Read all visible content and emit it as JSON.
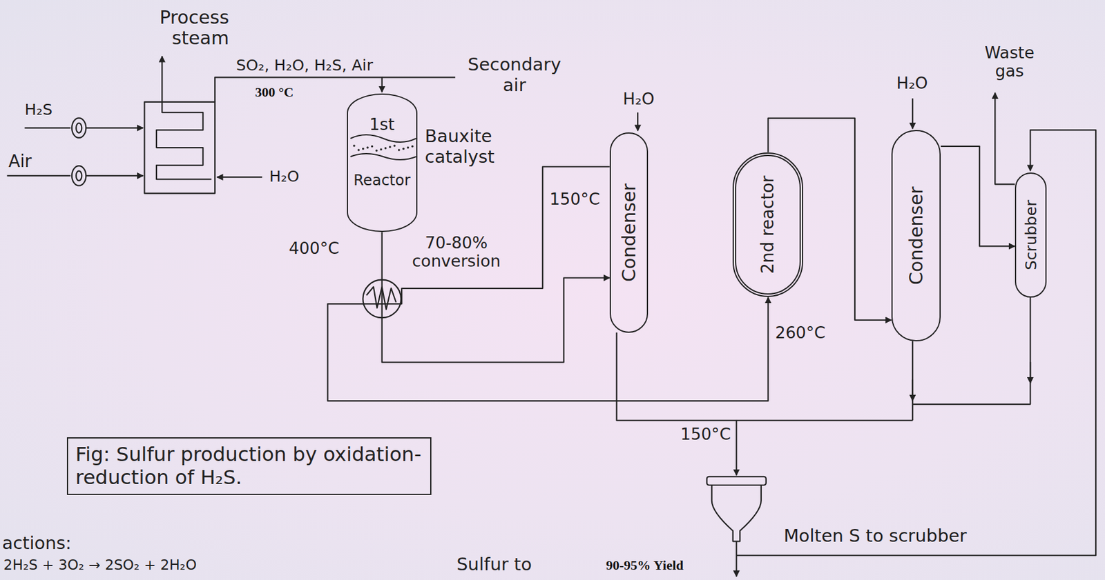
{
  "diagram": {
    "caption": "Fig: Sulfur production by oxidation- reduction of H₂S.",
    "nodes": [
      {
        "text": [
          "1st",
          "Reactor"
        ]
      },
      {
        "text": [
          "Condenser"
        ]
      },
      {
        "text": [
          "2nd reactor"
        ]
      },
      {
        "text": [
          "Condenser"
        ]
      },
      {
        "text": [
          "Scrubber"
        ]
      }
    ],
    "edges": [
      {
        "from": 0,
        "to": 1,
        "arrow": "to"
      },
      {
        "from": 1,
        "to": 2,
        "arrow": "to"
      },
      {
        "from": 2,
        "to": 3,
        "arrow": "to"
      },
      {
        "from": 3,
        "to": 4,
        "arrow": "to"
      }
    ],
    "labels": [
      "Process steam",
      "H₂S",
      "Air",
      "SO₂, H₂O, H₂S, Air",
      "300 °C",
      "Secondary air",
      "H₂O",
      "Bauxite catalyst",
      "400°C",
      "70-80% conversion",
      "150°C",
      "H₂O",
      "260°C",
      "H₂O",
      "Waste gas",
      "150°C",
      "Sulfur to",
      "90-95% Yield",
      "Molten S to scrubber",
      "actions:",
      "2H₂S + 3O₂ → 2SO₂ + 2H₂O"
    ]
  }
}
